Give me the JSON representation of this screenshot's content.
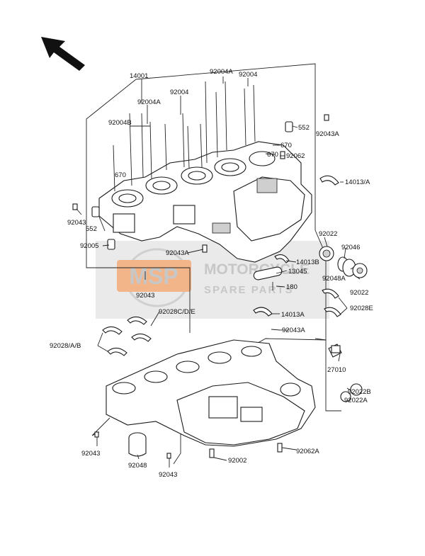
{
  "watermark": {
    "logo_text": "MSP",
    "line1": "MOTORCYCLE",
    "line2": "SPARE PARTS",
    "logo_color": "#e87a2a"
  },
  "direction_arrow": "arrow-up-left-icon",
  "labels": {
    "p14001": "14001",
    "p92004A_top": "92004A",
    "p92004_top": "92004",
    "p92004_mid": "92004",
    "p92004A_mid": "92004A",
    "p92004B": "92004B",
    "p552_r": "552",
    "p92043A_r": "92043A",
    "p670_a": "670",
    "p670_b": "670",
    "p92062": "92062",
    "p670_c": "670",
    "p14013A_top": "14013/A",
    "p92043_l": "92043",
    "p552_l": "552",
    "p92022_r": "92022",
    "p92046": "92046",
    "p14013B": "14013B",
    "p13045": "13045",
    "p92005": "92005",
    "p92043A_m": "92043A",
    "p92048A": "92048A",
    "p180": "180",
    "p92022_b": "92022",
    "p92043_m": "92043",
    "p14013A": "14013A",
    "p92028E": "92028E",
    "p92028CDE": "92028C/D/E",
    "p92043A_b": "92043A",
    "p92028AB": "92028/A/B",
    "p27010": "27010",
    "p92022B": "92022B",
    "p92022A": "92022A",
    "p92043_bl": "92043",
    "p92062A": "92062A",
    "p92048": "92048",
    "p92002": "92002",
    "p92043_bb": "92043"
  }
}
